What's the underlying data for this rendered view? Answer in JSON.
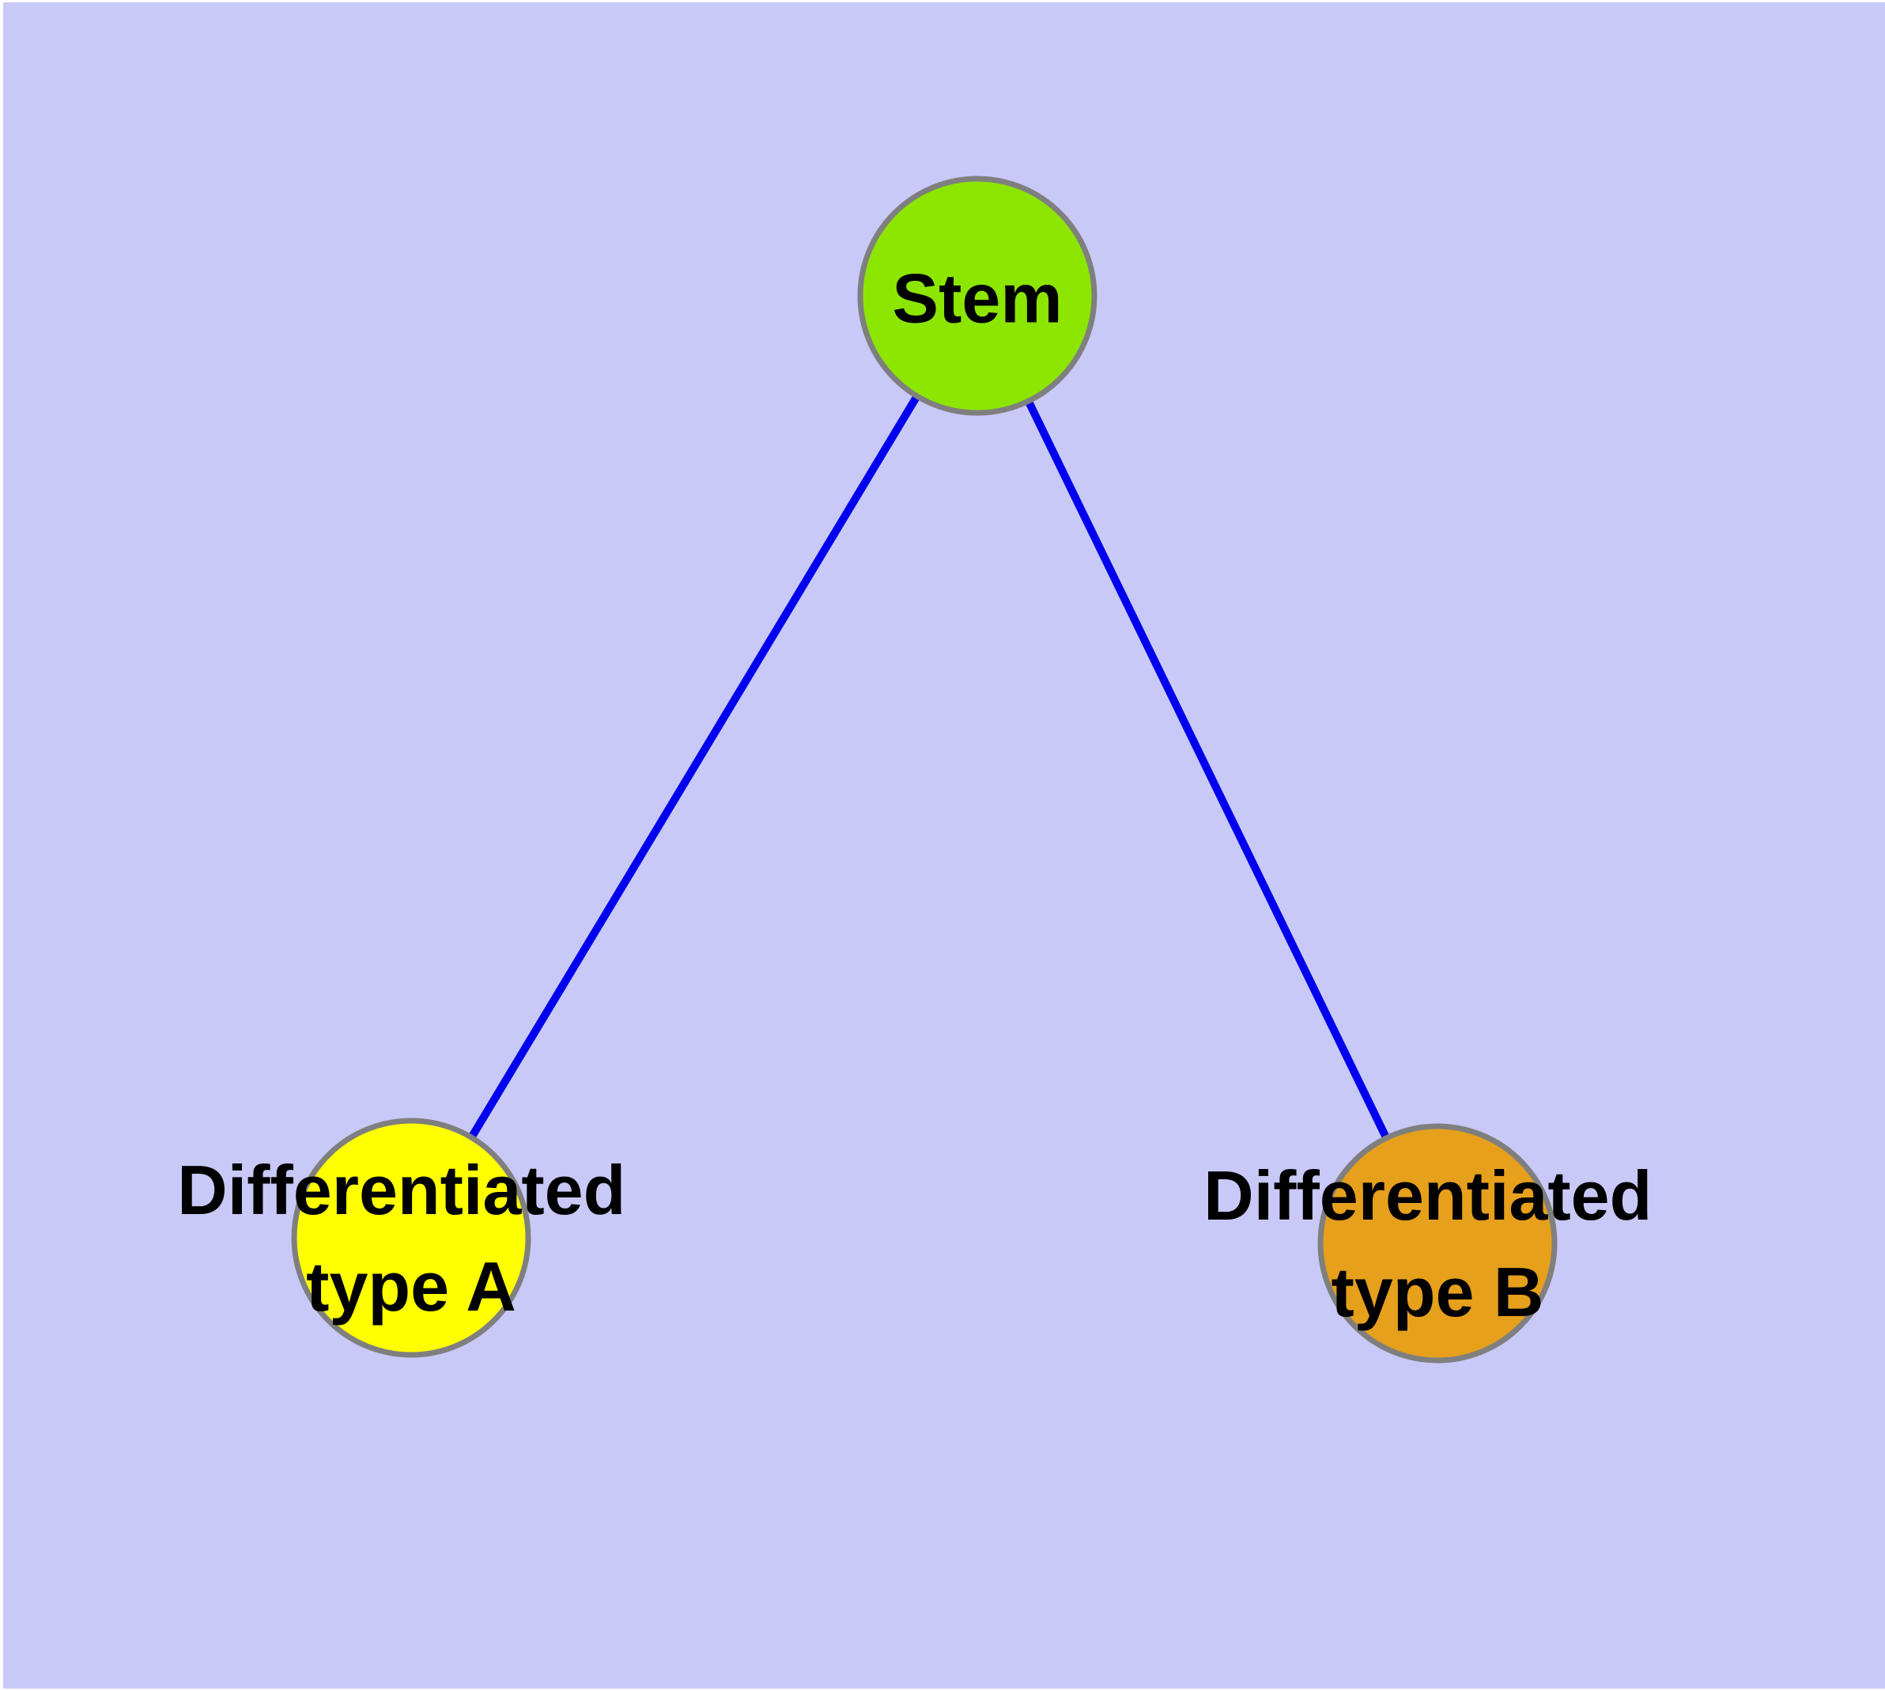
{
  "canvas": {
    "background_color": "#c9c9f8",
    "margin_color": "#ffffff"
  },
  "graph": {
    "edge_color": "#0000ee",
    "edge_width": "10",
    "node_border_color": "#7f7f7f",
    "label_color": "#000000",
    "nodes": [
      {
        "id": "stem",
        "label": "Stem",
        "fill": "#8ce600"
      },
      {
        "id": "differentiated-type-a",
        "label_line1": "Differentiated",
        "label_line2": "type A",
        "fill": "#ffff00"
      },
      {
        "id": "differentiated-type-b",
        "label_line1": "Differentiated",
        "label_line2": "type B",
        "fill": "#e6a01c"
      }
    ],
    "edges": [
      {
        "from": "stem",
        "to": "differentiated-type-a"
      },
      {
        "from": "stem",
        "to": "differentiated-type-b"
      }
    ]
  }
}
